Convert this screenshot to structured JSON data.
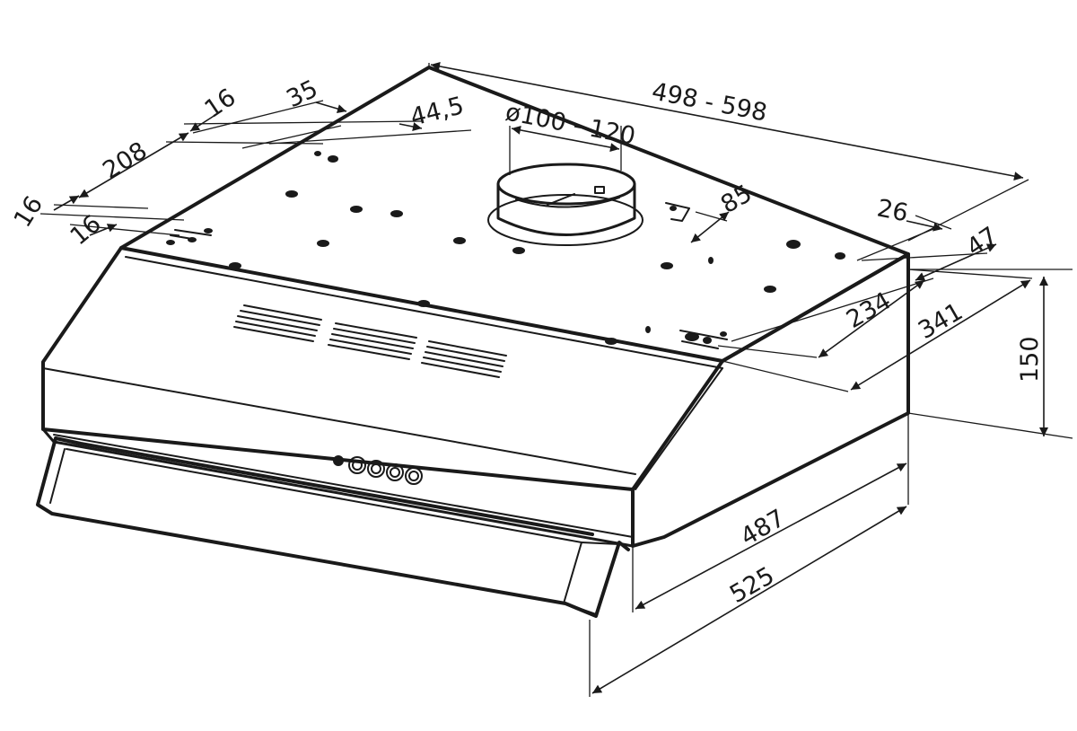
{
  "diagram": {
    "subject": "range-hood-dimension-drawing",
    "stroke_color": "#1a1a1a",
    "background": "#ffffff",
    "dimensions": {
      "width_range": "498 - 598",
      "duct_diameter": "ø100 - 120",
      "left_16_top": "16",
      "left_35": "35",
      "left_44_5": "44,5",
      "left_208": "208",
      "left_16_side": "16",
      "left_16_front": "16",
      "right_85": "85",
      "right_26": "26",
      "right_47": "47",
      "right_234": "234",
      "right_341": "341",
      "height": "150",
      "depth_487": "487",
      "depth_525": "525"
    }
  }
}
